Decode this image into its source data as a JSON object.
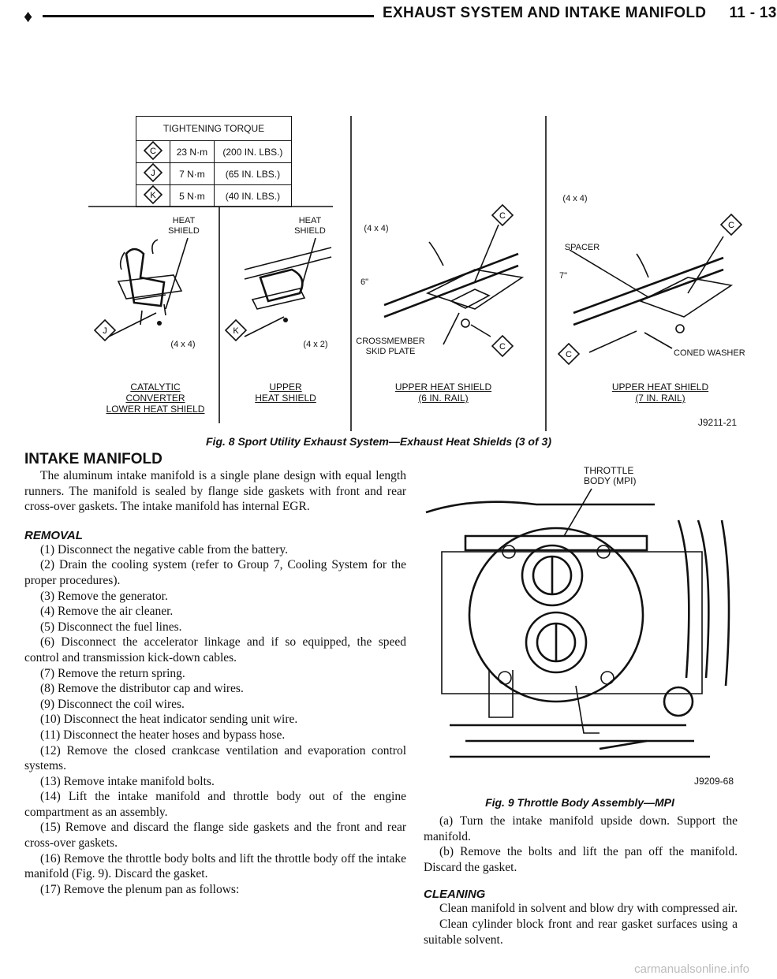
{
  "header": {
    "bullet": "♦",
    "title": "EXHAUST SYSTEM AND INTAKE MANIFOLD",
    "page": "11 - 13"
  },
  "torque_table": {
    "title": "TIGHTENING TORQUE",
    "rows": [
      {
        "key": "C",
        "metric": "23 N·m",
        "imperial": "(200 IN. LBS.)"
      },
      {
        "key": "J",
        "metric": "7 N·m",
        "imperial": "(65 IN. LBS.)"
      },
      {
        "key": "K",
        "metric": "5 N·m",
        "imperial": "(40 IN. LBS.)"
      }
    ]
  },
  "panels": {
    "p1": {
      "label": "HEAT SHIELD",
      "torque": "J",
      "qty": "(4 x 4)",
      "caption_lines": [
        "CATALYTIC",
        "CONVERTER",
        "LOWER HEAT SHIELD"
      ]
    },
    "p2": {
      "label": "HEAT SHIELD",
      "torque": "K",
      "qty": "(4 x 2)",
      "caption_lines": [
        "UPPER",
        "HEAT SHIELD"
      ]
    },
    "p3": {
      "qty": "(4 x 4)",
      "torque_top": "C",
      "torque_bottom": "C",
      "dim": "6\"",
      "label": "CROSSMEMBER SKID PLATE",
      "caption_lines": [
        "UPPER HEAT SHIELD",
        "(6 IN. RAIL)"
      ]
    },
    "p4": {
      "qty": "(4 x 4)",
      "spacer": "SPACER",
      "torque_top": "C",
      "torque_bottom": "C",
      "dim": "7\"",
      "washer": "CONED WASHER",
      "caption_lines": [
        "UPPER HEAT SHIELD",
        "(7 IN. RAIL)"
      ],
      "code": "J9211-21"
    }
  },
  "fig8_caption": "Fig. 8 Sport Utility Exhaust System—Exhaust Heat Shields (3 of 3)",
  "intake": {
    "heading": "INTAKE MANIFOLD",
    "intro": "The aluminum intake manifold is a single plane design with equal length runners. The manifold is sealed by flange side gaskets with front and rear cross-over gaskets. The intake manifold has internal EGR.",
    "removal_heading": "REMOVAL",
    "steps": [
      "(1) Disconnect the negative cable from the battery.",
      "(2) Drain the cooling system (refer to Group 7, Cooling System for the proper procedures).",
      "(3) Remove the generator.",
      "(4) Remove the air cleaner.",
      "(5) Disconnect the fuel lines.",
      "(6) Disconnect the accelerator linkage and if so equipped, the speed control and transmission kick-down cables.",
      "(7) Remove the return spring.",
      "(8) Remove the distributor cap and wires.",
      "(9) Disconnect the coil wires.",
      "(10) Disconnect the heat indicator sending unit wire.",
      "(11) Disconnect the heater hoses and bypass hose.",
      "(12) Remove the closed crankcase ventilation and evaporation control systems.",
      "(13) Remove intake manifold bolts.",
      "(14) Lift the intake manifold and throttle body out of the engine compartment as an assembly.",
      "(15) Remove and discard the flange side gaskets and the front and rear cross-over gaskets.",
      "(16) Remove the throttle body bolts and lift the throttle body off the intake manifold (Fig. 9). Discard the gasket.",
      "(17) Remove the plenum pan as follows:"
    ]
  },
  "fig9": {
    "label_lines": [
      "THROTTLE",
      "BODY (MPI)"
    ],
    "code": "J9209-68",
    "caption": "Fig. 9 Throttle Body Assembly—MPI"
  },
  "right_col": {
    "sub_steps": [
      "(a) Turn the intake manifold upside down. Support the manifold.",
      "(b) Remove the bolts and lift the pan off the manifold. Discard the gasket."
    ],
    "cleaning_heading": "CLEANING",
    "cleaning": [
      "Clean manifold in solvent and blow dry with compressed air.",
      "Clean cylinder block front and rear gasket surfaces using a suitable solvent."
    ]
  },
  "watermark": "carmanualsonline.info"
}
